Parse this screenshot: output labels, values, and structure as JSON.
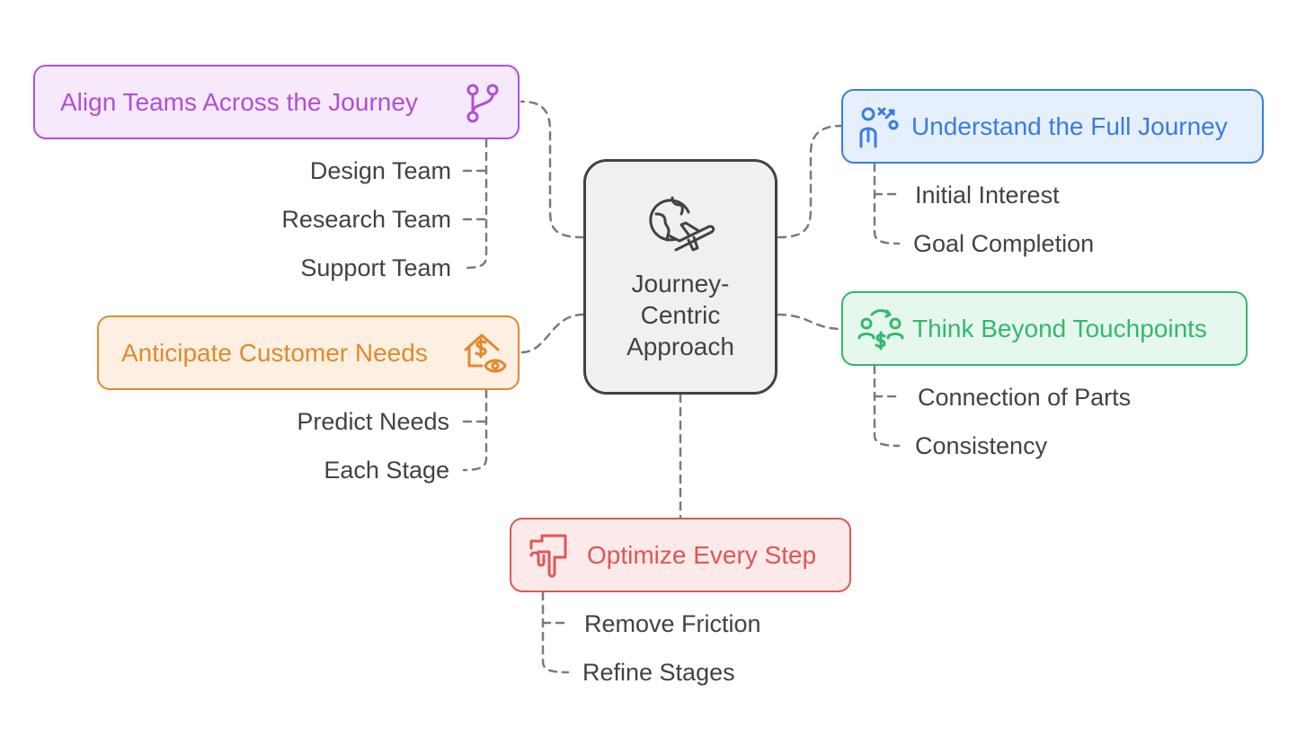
{
  "center": {
    "lines": [
      "Journey-",
      "Centric",
      "Approach"
    ],
    "icon": "globe-airplane-icon"
  },
  "branches": {
    "align": {
      "title": "Align Teams Across the Journey",
      "icon": "git-branch-icon",
      "color": "#b04fd6",
      "fill": "#f7e9fc",
      "items": [
        "Design Team",
        "Research Team",
        "Support Team"
      ]
    },
    "understand": {
      "title": "Understand the Full Journey",
      "icon": "strategy-person-icon",
      "color": "#3a7ce0",
      "fill": "#e6effc",
      "items": [
        "Initial Interest",
        "Goal Completion"
      ]
    },
    "anticipate": {
      "title": "Anticipate Customer Needs",
      "icon": "house-dollar-eye-icon",
      "color": "#e08a2c",
      "fill": "#fdf0e3",
      "items": [
        "Predict Needs",
        "Each Stage"
      ]
    },
    "think": {
      "title": "Think Beyond Touchpoints",
      "icon": "people-exchange-icon",
      "color": "#34b86b",
      "fill": "#e6f8ee",
      "items": [
        "Connection of Parts",
        "Consistency"
      ]
    },
    "optimize": {
      "title": "Optimize Every Step",
      "icon": "steps-arrow-icon",
      "color": "#de5757",
      "fill": "#fce9e9",
      "items": [
        "Remove Friction",
        "Refine Stages"
      ]
    }
  }
}
